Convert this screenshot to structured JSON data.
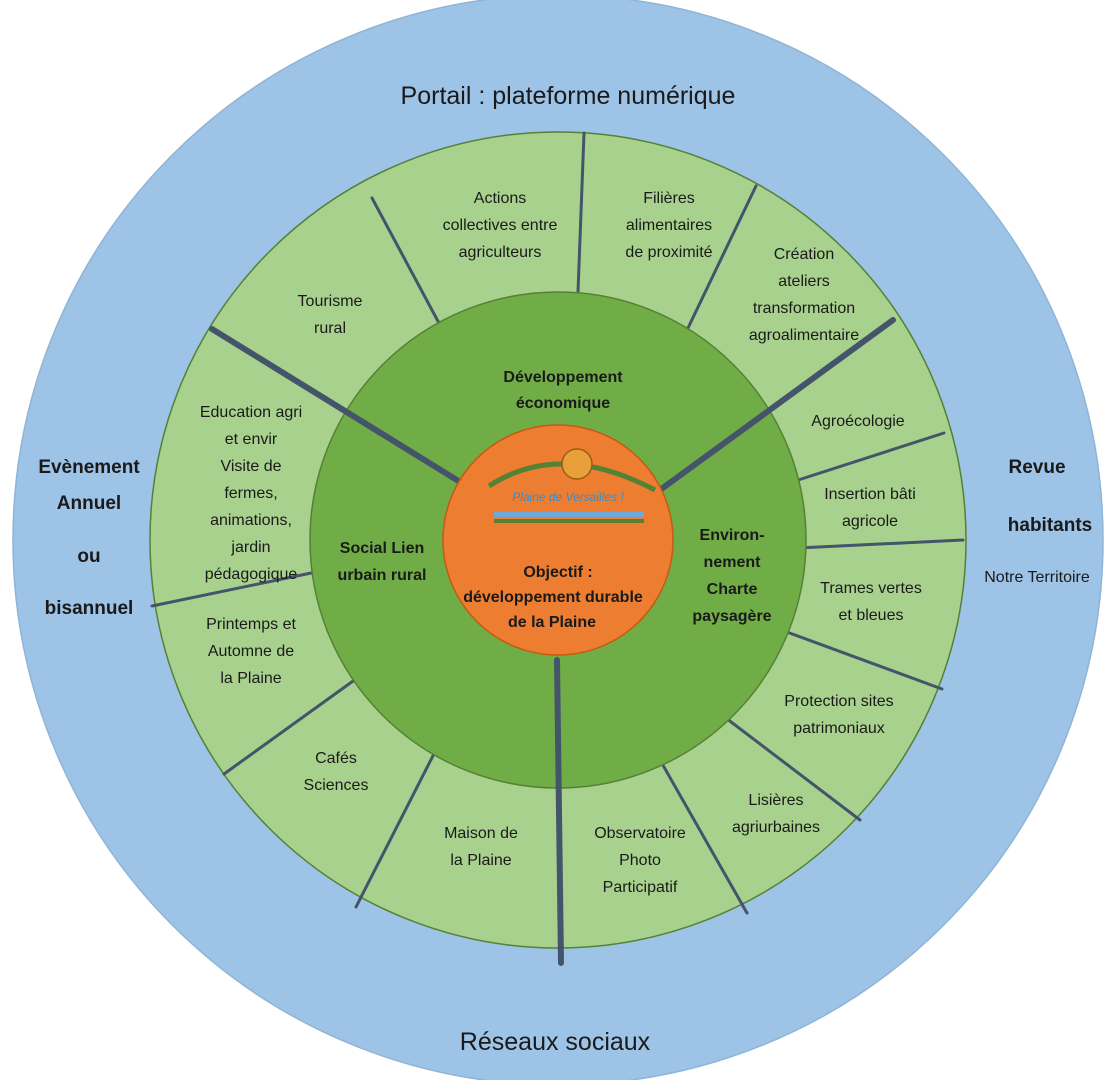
{
  "outer_ring": {
    "top_label": "Portail : plateforme numérique",
    "bottom_label": "Réseaux sociaux",
    "left_label_lines": [
      "Evènement",
      "Annuel",
      "ou",
      "bisannuel"
    ],
    "right_label_lines": [
      "Revue",
      "habitants"
    ],
    "right_sublabel": "Notre Territoire"
  },
  "pillars": [
    {
      "id": "economique",
      "lines": [
        "Développement",
        "économique"
      ]
    },
    {
      "id": "environnement",
      "lines": [
        "Environ-",
        "nement",
        "Charte",
        "paysagère"
      ]
    },
    {
      "id": "social",
      "lines": [
        "Social Lien",
        "urbain rural"
      ]
    }
  ],
  "center": {
    "logo_text": "Plaine de Versailles !",
    "objective_lines": [
      "Objectif :",
      "développement durable",
      "de la Plaine"
    ]
  },
  "segments": [
    {
      "id": "actions-collectives",
      "lines": [
        "Actions",
        "collectives entre",
        "agriculteurs"
      ]
    },
    {
      "id": "filieres-alimentaires",
      "lines": [
        "Filières",
        "alimentaires",
        "de proximité"
      ]
    },
    {
      "id": "creation-ateliers",
      "lines": [
        "Création",
        "ateliers",
        "transformation",
        "agroalimentaire"
      ]
    },
    {
      "id": "agroecologie",
      "lines": [
        "Agroécologie"
      ]
    },
    {
      "id": "insertion-bati",
      "lines": [
        "Insertion bâti",
        "agricole"
      ]
    },
    {
      "id": "trames-vertes",
      "lines": [
        "Trames vertes",
        "et bleues"
      ]
    },
    {
      "id": "protection-sites",
      "lines": [
        "Protection sites",
        "patrimoniaux"
      ]
    },
    {
      "id": "lisieres",
      "lines": [
        "Lisières",
        "agriurbaines"
      ]
    },
    {
      "id": "observatoire",
      "lines": [
        "Observatoire",
        "Photo",
        "Participatif"
      ]
    },
    {
      "id": "maison-plaine",
      "lines": [
        "Maison de",
        "la Plaine"
      ]
    },
    {
      "id": "cafes-sciences",
      "lines": [
        "Cafés",
        "Sciences"
      ]
    },
    {
      "id": "printemps-automne",
      "lines": [
        "Printemps et",
        "Automne de",
        "la Plaine"
      ]
    },
    {
      "id": "education",
      "lines": [
        "Education agri",
        "et envir",
        "Visite de",
        "fermes,",
        "animations,",
        "jardin",
        "pédagogique"
      ]
    },
    {
      "id": "tourisme",
      "lines": [
        "Tourisme",
        "rural"
      ]
    }
  ],
  "colors": {
    "outer_ring": "#9dc3e6",
    "segment_ring": "#a9d18e",
    "pillar_ring": "#70ad47",
    "center": "#ed7d31",
    "divider": "#44546a",
    "ring_border": "#548235"
  }
}
